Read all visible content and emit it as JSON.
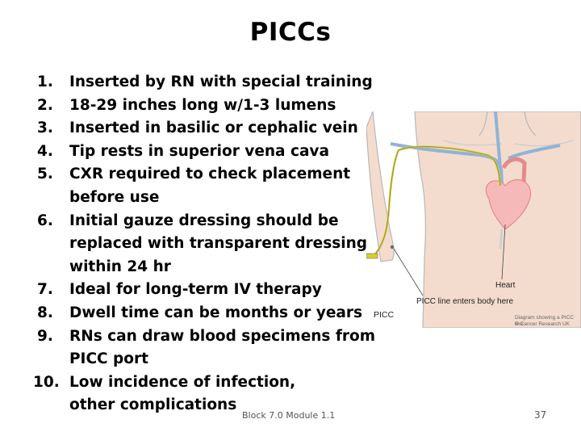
{
  "slide": {
    "title": "PICCs",
    "items": [
      {
        "num": "1.",
        "text": "Inserted by RN with special training"
      },
      {
        "num": "2.",
        "text": "18-29 inches long w/1-3 lumens"
      },
      {
        "num": "3.",
        "text": "Inserted in basilic or cephalic vein"
      },
      {
        "num": "4.",
        "text": "Tip rests in superior vena cava"
      },
      {
        "num": "5.",
        "text": "CXR required to check placement before use"
      },
      {
        "num": "6.",
        "text": "Initial gauze dressing should be replaced with transparent dressing within 24 hr"
      },
      {
        "num": "7.",
        "text": "Ideal for long-term IV therapy"
      },
      {
        "num": "8.",
        "text": "Dwell time can be months or years"
      },
      {
        "num": "9.",
        "text": "RNs can draw blood specimens from PICC port"
      },
      {
        "num": "10.",
        "text": "Low incidence of infection, other complications"
      }
    ],
    "footer": "Block 7.0   Module 1.1",
    "page_number": "37"
  },
  "figure": {
    "label_heart": "Heart",
    "label_entry": "PICC line enters body here",
    "label_picc": "PICC",
    "credit_line1": "Diagram showing a PICC line",
    "credit_line2": "© Cancer Research UK"
  },
  "colors": {
    "skin": "#f3dccd",
    "body_outline": "#b8b8b8",
    "vein": "#8fb4d6",
    "heart": "#f6b9b9",
    "picc_line": "#d9cc2e"
  }
}
